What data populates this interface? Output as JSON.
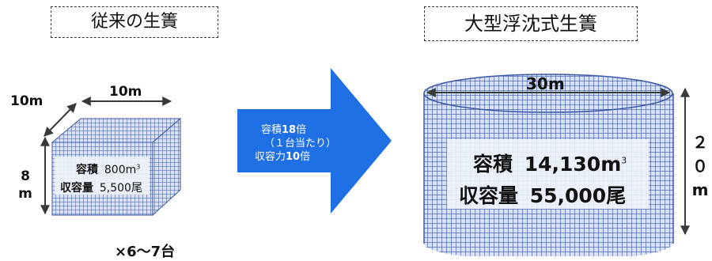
{
  "left": {
    "title": "従来の生簀",
    "depth_label": "10m",
    "width_label": "10m",
    "height_label_top": "8",
    "height_label_bottom": "m",
    "capacity_label": "容積",
    "capacity_value": "800m",
    "capacity_unit_sup": "3",
    "stock_label": "収容量",
    "stock_value": "5,500尾",
    "multiplier": "×6～7台"
  },
  "arrow": {
    "line1_prefix": "容積",
    "line1_number": "18",
    "line1_suffix": "倍",
    "line2": "（１台当たり）",
    "line3_prefix": "収容力",
    "line3_number": "10",
    "line3_suffix": "倍",
    "color": "#1f6fe5"
  },
  "right": {
    "title": "大型浮沈式生簀",
    "diameter_label": "30m",
    "height_label_top": "２",
    "height_label_mid": "０",
    "height_label_bottom": "m",
    "capacity_label": "容積",
    "capacity_value": "14,130m",
    "capacity_unit_sup": "3",
    "stock_label": "収容量",
    "stock_value": "55,000尾"
  },
  "colors": {
    "grid_line": "#3b57a6",
    "grid_bg": "#d9e1f4",
    "label_panel": "#eef2fa"
  }
}
